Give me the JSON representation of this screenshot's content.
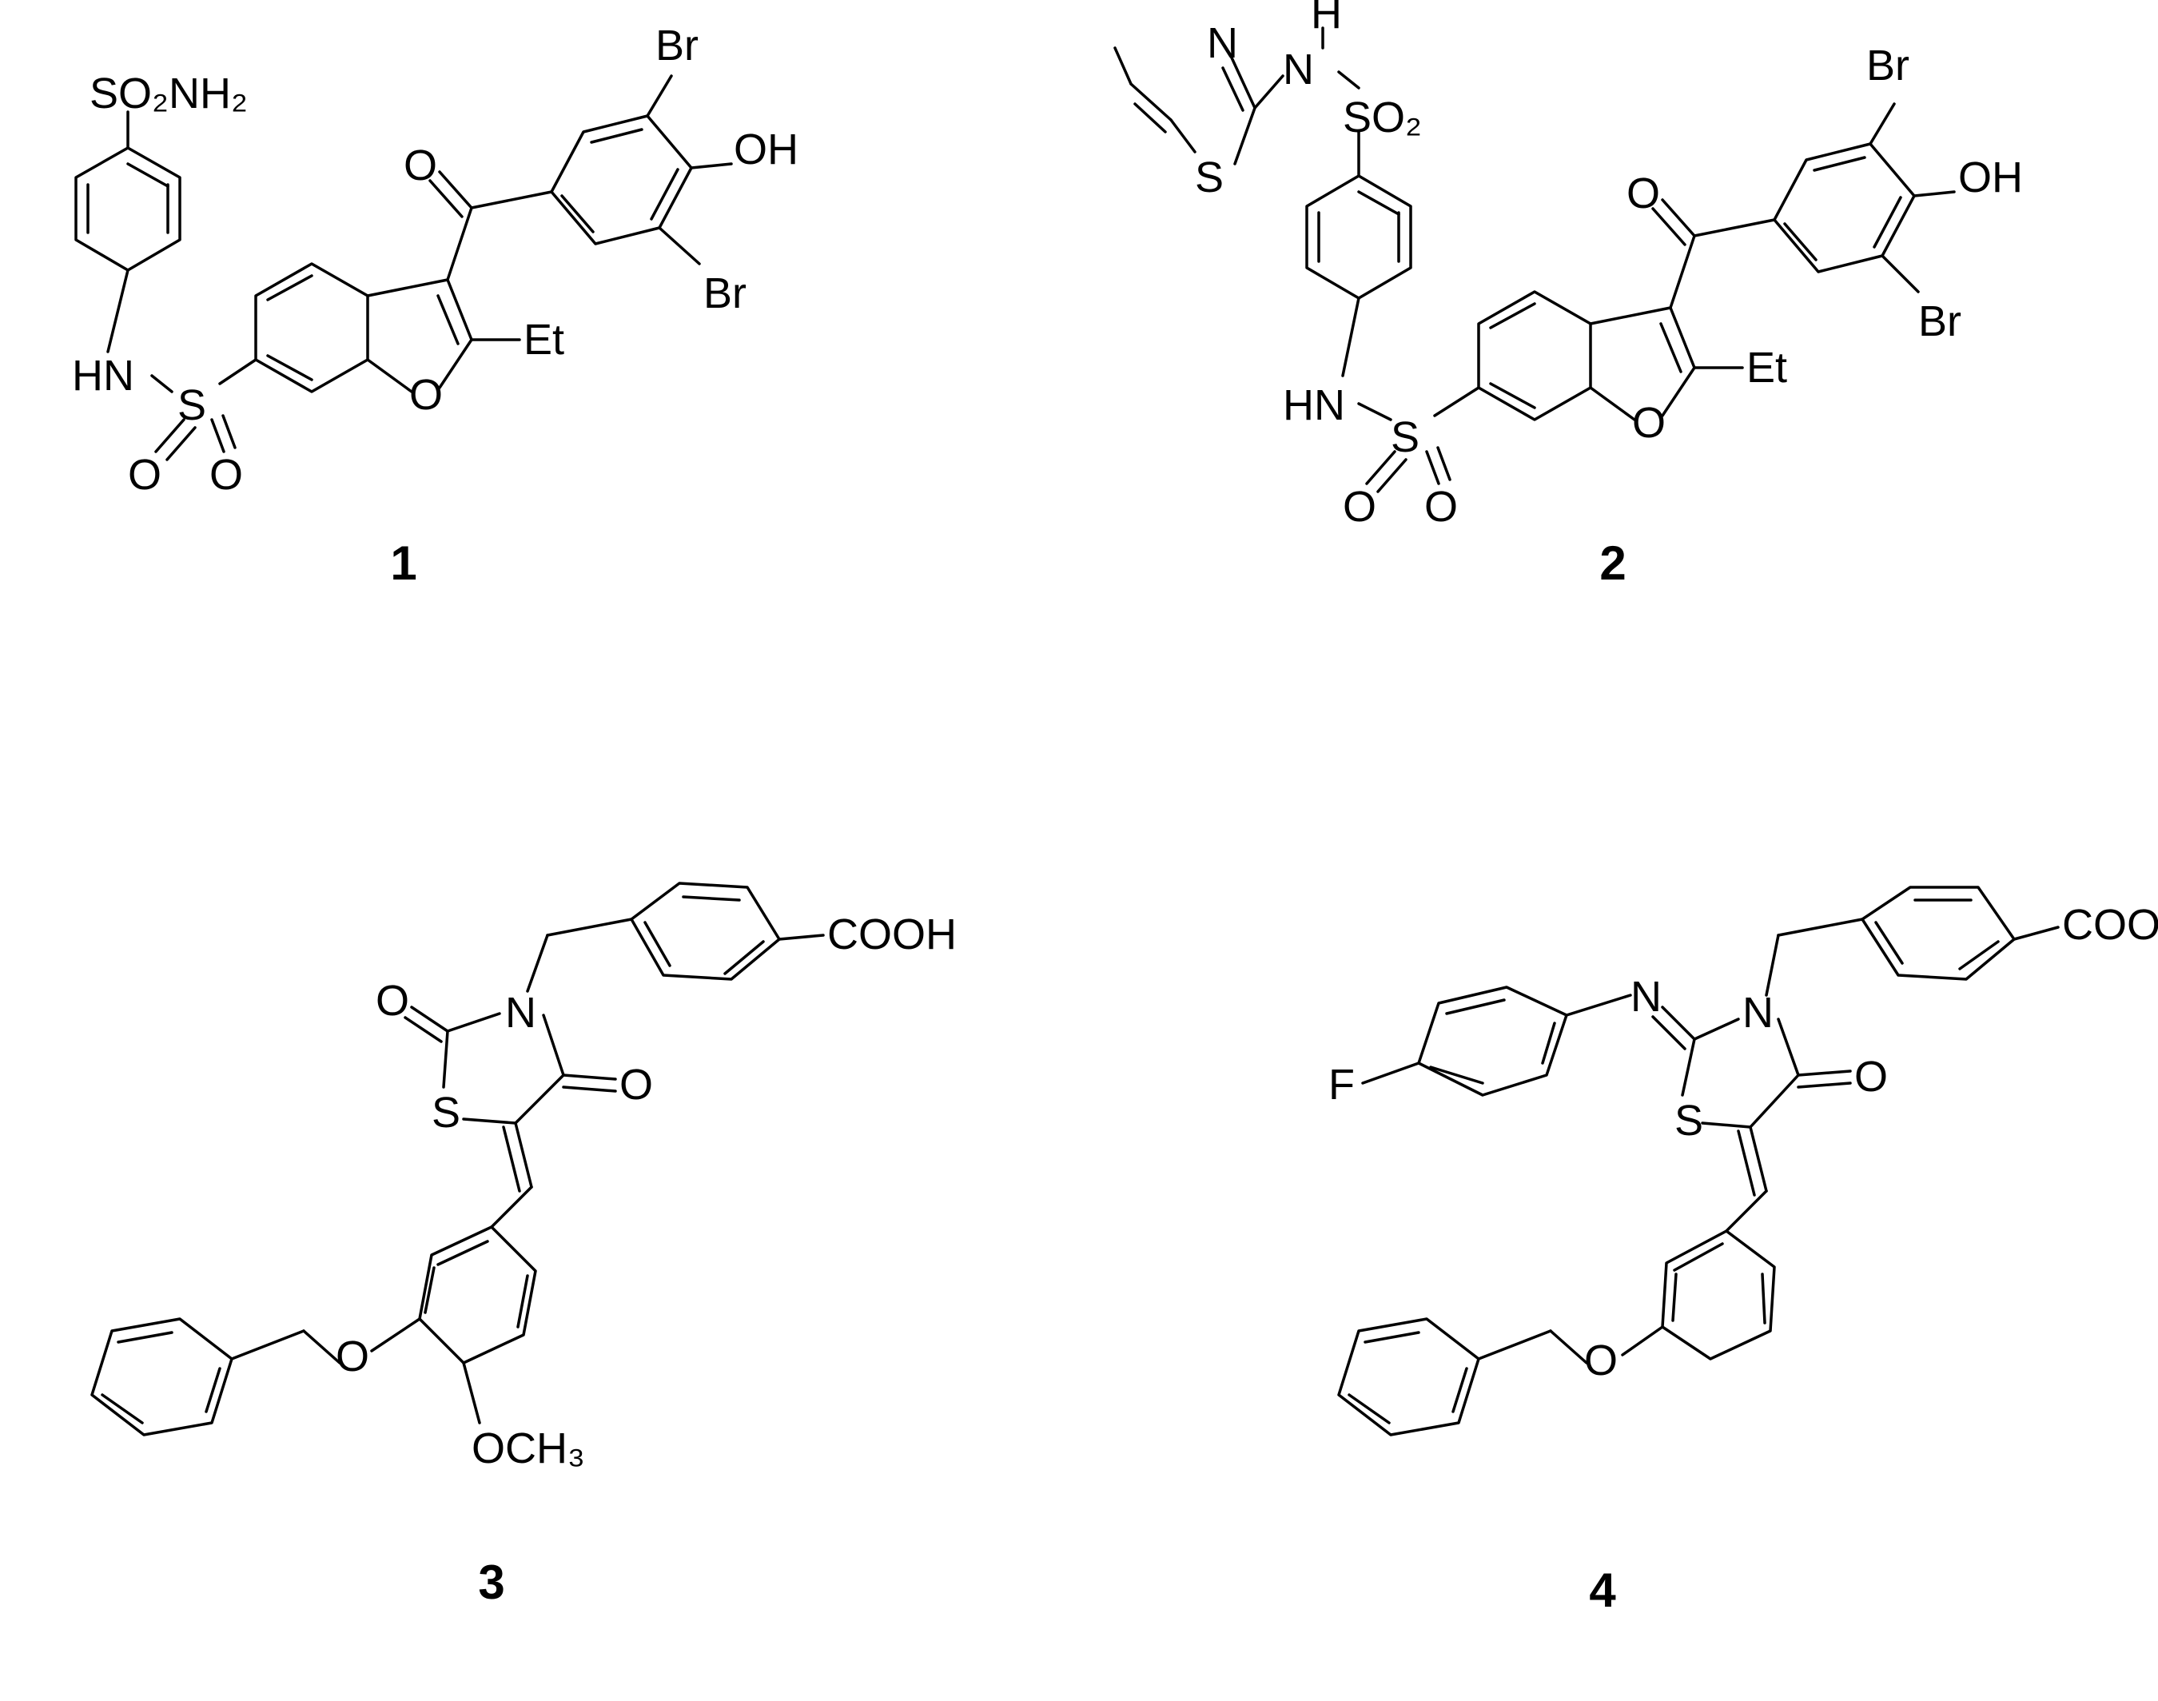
{
  "compounds": [
    {
      "id": "1",
      "labels": {
        "br_top": "Br",
        "oh": "OH",
        "br_bottom": "Br",
        "carbonyl_o": "O",
        "furan_o": "O",
        "et": "Et",
        "sulfonamide": "SO₂NH₂",
        "hn": "HN",
        "s": "S",
        "o_left": "O",
        "o_right": "O"
      }
    },
    {
      "id": "2",
      "labels": {
        "h": "H",
        "n_top": "N",
        "so2": "SO₂",
        "thiazole_n": "N",
        "thiazole_s": "S",
        "br_top": "Br",
        "oh": "OH",
        "br_bottom": "Br",
        "carbonyl_o": "O",
        "furan_o": "O",
        "et": "Et",
        "hn": "HN",
        "s": "S",
        "o_left": "O",
        "o_right": "O"
      }
    },
    {
      "id": "3",
      "labels": {
        "cooh": "COOH",
        "n": "N",
        "o_c2": "O",
        "o_c4": "O",
        "s": "S",
        "ether_o": "O",
        "och3": "OCH₃"
      }
    },
    {
      "id": "4",
      "labels": {
        "cooh": "COOH",
        "n_imine": "N",
        "n_ring": "N",
        "o_c4": "O",
        "s": "S",
        "f": "F",
        "ether_o": "O"
      }
    }
  ]
}
